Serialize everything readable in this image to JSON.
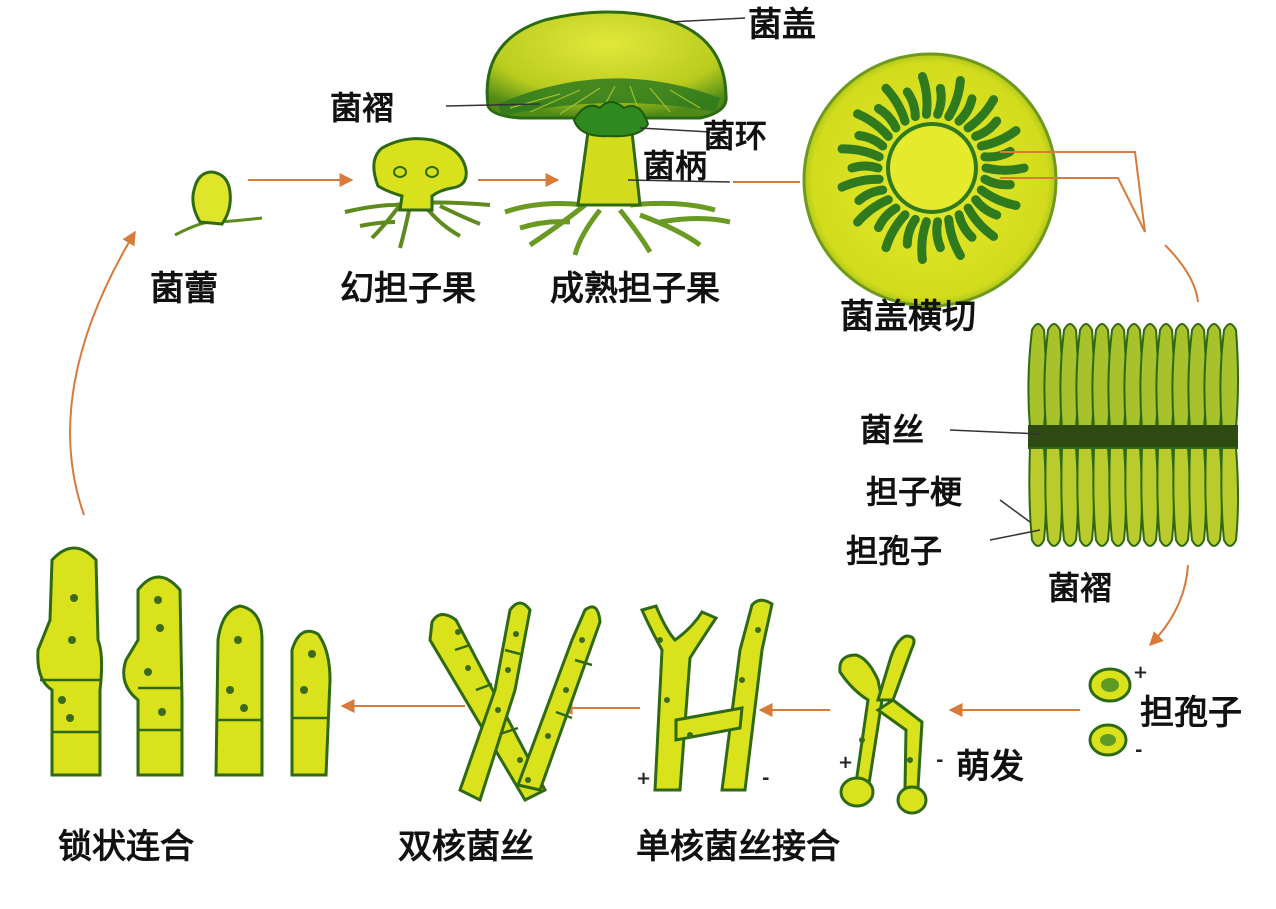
{
  "colors": {
    "cell_fill": "#d9e21a",
    "cell_stroke": "#2f6a12",
    "dark_green": "#2f7a1e",
    "mid_green": "#5e9a24",
    "arrow": "#d77a3a",
    "text": "#111111"
  },
  "labels": {
    "cap": "菌盖",
    "gill_top": "菌褶",
    "ring": "菌环",
    "stalk": "菌柄",
    "cap_cross_section": "菌盖横切",
    "bud": "菌蕾",
    "young_fruiting_body": "幻担子果",
    "mature_fruiting_body": "成熟担子果",
    "hypha": "菌丝",
    "sterigma": "担子梗",
    "basidiospore_side": "担孢子",
    "gill_bottom": "菌褶",
    "basidiospore_right": "担孢子",
    "germination": "萌发",
    "clamp_connection": "锁状连合",
    "dikaryotic_hypha": "双核菌丝",
    "monokaryotic_fusion": "单核菌丝接合"
  },
  "signs": {
    "plus": "+",
    "minus": "-"
  }
}
